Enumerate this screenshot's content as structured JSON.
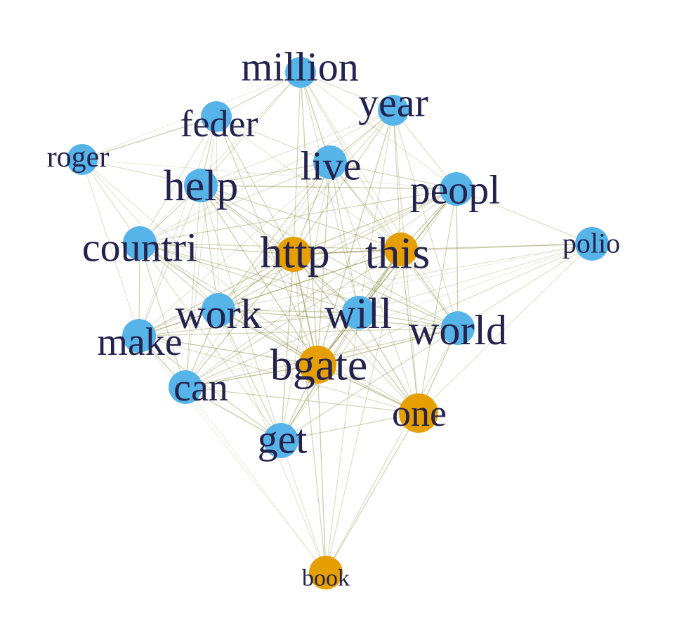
{
  "colors": {
    "background": "#ffffff",
    "community_blue": "#56b4e9",
    "community_orange": "#e69f00",
    "edge": "#8f8f4c",
    "label": "#23234d"
  },
  "nodes": [
    {
      "id": "million",
      "label": "million",
      "group": "blue"
    },
    {
      "id": "year",
      "label": "year",
      "group": "blue"
    },
    {
      "id": "feder",
      "label": "feder",
      "group": "blue"
    },
    {
      "id": "roger",
      "label": "roger",
      "group": "blue"
    },
    {
      "id": "live",
      "label": "live",
      "group": "blue"
    },
    {
      "id": "help",
      "label": "help",
      "group": "blue"
    },
    {
      "id": "peopl",
      "label": "peopl",
      "group": "blue"
    },
    {
      "id": "countri",
      "label": "countri",
      "group": "blue"
    },
    {
      "id": "http",
      "label": "http",
      "group": "orange"
    },
    {
      "id": "this",
      "label": "this",
      "group": "orange"
    },
    {
      "id": "polio",
      "label": "polio",
      "group": "blue"
    },
    {
      "id": "work",
      "label": "work",
      "group": "blue"
    },
    {
      "id": "will",
      "label": "will",
      "group": "blue"
    },
    {
      "id": "world",
      "label": "world",
      "group": "blue"
    },
    {
      "id": "make",
      "label": "make",
      "group": "blue"
    },
    {
      "id": "bgate",
      "label": "bgate",
      "group": "orange"
    },
    {
      "id": "can",
      "label": "can",
      "group": "blue"
    },
    {
      "id": "one",
      "label": "one",
      "group": "orange"
    },
    {
      "id": "get",
      "label": "get",
      "group": "blue"
    },
    {
      "id": "book",
      "label": "book",
      "group": "orange"
    }
  ],
  "edges": [
    [
      "million",
      "year",
      0.4
    ],
    [
      "million",
      "feder",
      0.5
    ],
    [
      "million",
      "live",
      0.6
    ],
    [
      "million",
      "help",
      0.4
    ],
    [
      "million",
      "http",
      0.5
    ],
    [
      "million",
      "this",
      0.4
    ],
    [
      "million",
      "will",
      0.4
    ],
    [
      "million",
      "bgate",
      0.6
    ],
    [
      "million",
      "world",
      0.3
    ],
    [
      "million",
      "countri",
      0.3
    ],
    [
      "million",
      "peopl",
      0.3
    ],
    [
      "million",
      "roger",
      0.2
    ],
    [
      "year",
      "live",
      0.5
    ],
    [
      "year",
      "peopl",
      0.4
    ],
    [
      "year",
      "http",
      0.5
    ],
    [
      "year",
      "this",
      0.5
    ],
    [
      "year",
      "bgate",
      0.6
    ],
    [
      "year",
      "will",
      0.4
    ],
    [
      "year",
      "work",
      0.4
    ],
    [
      "year",
      "world",
      0.4
    ],
    [
      "year",
      "make",
      0.3
    ],
    [
      "year",
      "help",
      0.3
    ],
    [
      "year",
      "countri",
      0.3
    ],
    [
      "year",
      "one",
      0.4
    ],
    [
      "feder",
      "roger",
      0.6
    ],
    [
      "feder",
      "help",
      0.5
    ],
    [
      "feder",
      "countri",
      0.4
    ],
    [
      "feder",
      "http",
      0.5
    ],
    [
      "feder",
      "bgate",
      0.5
    ],
    [
      "feder",
      "live",
      0.4
    ],
    [
      "feder",
      "make",
      0.3
    ],
    [
      "feder",
      "work",
      0.3
    ],
    [
      "feder",
      "this",
      0.3
    ],
    [
      "feder",
      "can",
      0.3
    ],
    [
      "roger",
      "help",
      0.4
    ],
    [
      "roger",
      "countri",
      0.4
    ],
    [
      "roger",
      "make",
      0.3
    ],
    [
      "roger",
      "work",
      0.3
    ],
    [
      "roger",
      "peopl",
      0.2
    ],
    [
      "roger",
      "bgate",
      0.3
    ],
    [
      "live",
      "help",
      0.5
    ],
    [
      "live",
      "peopl",
      0.5
    ],
    [
      "live",
      "http",
      0.6
    ],
    [
      "live",
      "this",
      0.5
    ],
    [
      "live",
      "work",
      0.5
    ],
    [
      "live",
      "will",
      0.5
    ],
    [
      "live",
      "bgate",
      0.6
    ],
    [
      "live",
      "countri",
      0.4
    ],
    [
      "live",
      "world",
      0.4
    ],
    [
      "live",
      "one",
      0.4
    ],
    [
      "live",
      "get",
      0.4
    ],
    [
      "live",
      "can",
      0.3
    ],
    [
      "help",
      "peopl",
      0.6
    ],
    [
      "help",
      "countri",
      0.5
    ],
    [
      "help",
      "http",
      0.6
    ],
    [
      "help",
      "this",
      0.5
    ],
    [
      "help",
      "work",
      0.5
    ],
    [
      "help",
      "will",
      0.5
    ],
    [
      "help",
      "world",
      0.5
    ],
    [
      "help",
      "make",
      0.4
    ],
    [
      "help",
      "bgate",
      0.6
    ],
    [
      "help",
      "can",
      0.4
    ],
    [
      "help",
      "get",
      0.4
    ],
    [
      "help",
      "one",
      0.4
    ],
    [
      "peopl",
      "countri",
      0.5
    ],
    [
      "peopl",
      "http",
      0.6
    ],
    [
      "peopl",
      "this",
      0.6
    ],
    [
      "peopl",
      "polio",
      0.4
    ],
    [
      "peopl",
      "work",
      0.5
    ],
    [
      "peopl",
      "will",
      0.5
    ],
    [
      "peopl",
      "world",
      0.6
    ],
    [
      "peopl",
      "make",
      0.4
    ],
    [
      "peopl",
      "bgate",
      0.7
    ],
    [
      "peopl",
      "can",
      0.4
    ],
    [
      "peopl",
      "one",
      0.5
    ],
    [
      "peopl",
      "get",
      0.4
    ],
    [
      "countri",
      "http",
      0.6
    ],
    [
      "countri",
      "this",
      0.5
    ],
    [
      "countri",
      "work",
      0.5
    ],
    [
      "countri",
      "will",
      0.5
    ],
    [
      "countri",
      "world",
      0.5
    ],
    [
      "countri",
      "make",
      0.5
    ],
    [
      "countri",
      "bgate",
      0.6
    ],
    [
      "countri",
      "can",
      0.5
    ],
    [
      "countri",
      "get",
      0.4
    ],
    [
      "countri",
      "one",
      0.4
    ],
    [
      "http",
      "this",
      0.8
    ],
    [
      "http",
      "polio",
      0.5
    ],
    [
      "http",
      "work",
      0.7
    ],
    [
      "http",
      "will",
      0.7
    ],
    [
      "http",
      "world",
      0.6
    ],
    [
      "http",
      "make",
      0.6
    ],
    [
      "http",
      "bgate",
      0.9
    ],
    [
      "http",
      "can",
      0.6
    ],
    [
      "http",
      "one",
      0.6
    ],
    [
      "http",
      "get",
      0.6
    ],
    [
      "http",
      "book",
      0.5
    ],
    [
      "this",
      "polio",
      0.5
    ],
    [
      "this",
      "work",
      0.6
    ],
    [
      "this",
      "will",
      0.7
    ],
    [
      "this",
      "world",
      0.6
    ],
    [
      "this",
      "make",
      0.5
    ],
    [
      "this",
      "bgate",
      0.8
    ],
    [
      "this",
      "can",
      0.5
    ],
    [
      "this",
      "one",
      0.6
    ],
    [
      "this",
      "get",
      0.5
    ],
    [
      "this",
      "book",
      0.4
    ],
    [
      "polio",
      "world",
      0.4
    ],
    [
      "polio",
      "will",
      0.3
    ],
    [
      "polio",
      "bgate",
      0.4
    ],
    [
      "polio",
      "work",
      0.3
    ],
    [
      "polio",
      "one",
      0.3
    ],
    [
      "polio",
      "make",
      0.2
    ],
    [
      "polio",
      "can",
      0.2
    ],
    [
      "work",
      "will",
      0.6
    ],
    [
      "work",
      "world",
      0.6
    ],
    [
      "work",
      "make",
      0.6
    ],
    [
      "work",
      "bgate",
      0.7
    ],
    [
      "work",
      "can",
      0.6
    ],
    [
      "work",
      "one",
      0.5
    ],
    [
      "work",
      "get",
      0.5
    ],
    [
      "work",
      "book",
      0.3
    ],
    [
      "will",
      "world",
      0.6
    ],
    [
      "will",
      "make",
      0.5
    ],
    [
      "will",
      "bgate",
      0.7
    ],
    [
      "will",
      "can",
      0.5
    ],
    [
      "will",
      "one",
      0.6
    ],
    [
      "will",
      "get",
      0.5
    ],
    [
      "will",
      "book",
      0.4
    ],
    [
      "world",
      "make",
      0.5
    ],
    [
      "world",
      "bgate",
      0.7
    ],
    [
      "world",
      "can",
      0.5
    ],
    [
      "world",
      "one",
      0.6
    ],
    [
      "world",
      "get",
      0.5
    ],
    [
      "world",
      "book",
      0.4
    ],
    [
      "make",
      "bgate",
      0.6
    ],
    [
      "make",
      "can",
      0.6
    ],
    [
      "make",
      "one",
      0.4
    ],
    [
      "make",
      "get",
      0.5
    ],
    [
      "make",
      "book",
      0.2
    ],
    [
      "bgate",
      "can",
      0.7
    ],
    [
      "bgate",
      "one",
      0.7
    ],
    [
      "bgate",
      "get",
      0.6
    ],
    [
      "bgate",
      "book",
      0.6
    ],
    [
      "can",
      "one",
      0.5
    ],
    [
      "can",
      "get",
      0.6
    ],
    [
      "can",
      "book",
      0.2
    ],
    [
      "one",
      "get",
      0.5
    ],
    [
      "one",
      "book",
      0.5
    ],
    [
      "get",
      "book",
      0.3
    ]
  ]
}
